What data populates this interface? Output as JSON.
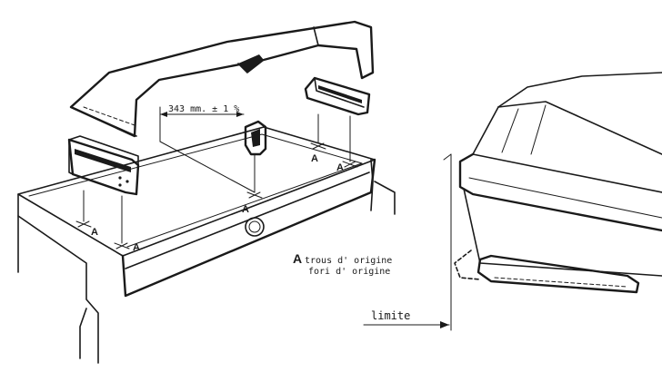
{
  "dimension": {
    "text": "343 mm. ± 1 %"
  },
  "hole_markers": [
    {
      "letter": "A"
    },
    {
      "letter": "A"
    },
    {
      "letter": "A"
    },
    {
      "letter": "A"
    },
    {
      "letter": "A"
    }
  ],
  "legend": {
    "letter": "A",
    "line1": "trous d' origine",
    "line2": "fori d' origine"
  },
  "limit_label": "limite"
}
